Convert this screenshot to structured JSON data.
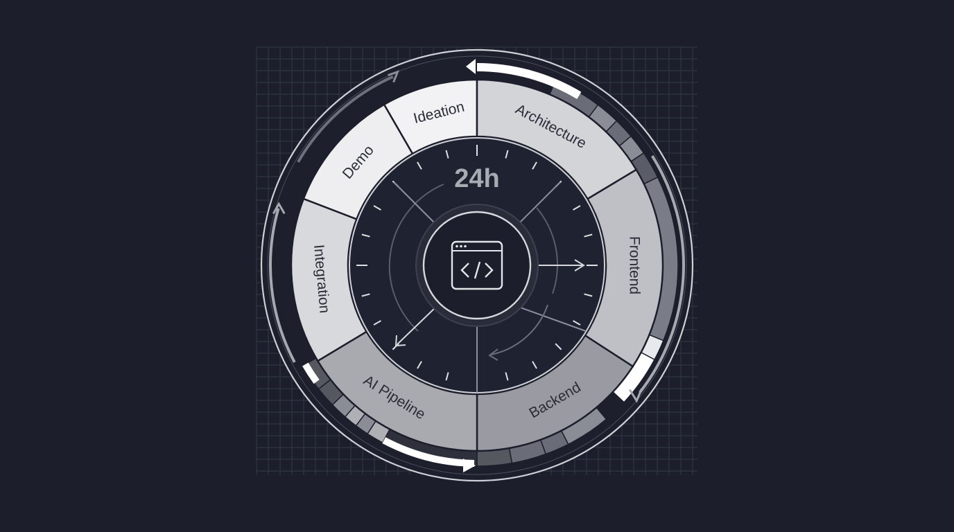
{
  "diagram": {
    "center_label": "24h",
    "center_icon": "code-window-icon",
    "segments": [
      {
        "label": "Ideation",
        "fill": "#f2f2f4",
        "text": "#2a2d38"
      },
      {
        "label": "Architecture",
        "fill": "#d3d4d8",
        "text": "#2a2d38"
      },
      {
        "label": "Frontend",
        "fill": "#bfc0c5",
        "text": "#2a2d38"
      },
      {
        "label": "Backend",
        "fill": "#9a9ba2",
        "text": "#2a2d38"
      },
      {
        "label": "AI Pipeline",
        "fill": "#a9aab0",
        "text": "#2a2d38"
      },
      {
        "label": "Integration",
        "fill": "#d8d9dc",
        "text": "#2a2d38"
      },
      {
        "label": "Demo",
        "fill": "#eeeef0",
        "text": "#2a2d38"
      }
    ],
    "colors": {
      "background": "#1c1f2b",
      "dial": "#1f2230",
      "line": "#c9cbd2",
      "grid": "#3a3e4c"
    }
  }
}
